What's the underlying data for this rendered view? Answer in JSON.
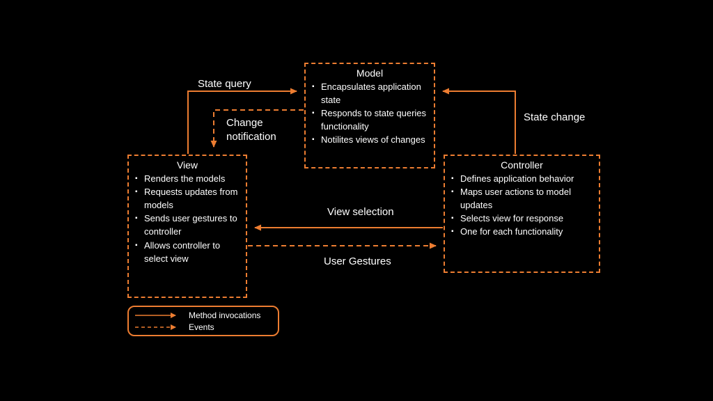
{
  "diagram": {
    "boxes": {
      "model": {
        "title": "Model",
        "bullets": [
          "Encapsulates application state",
          "Responds to state queries functionality",
          "Notilites views of changes"
        ]
      },
      "view": {
        "title": "View",
        "bullets": [
          "Renders the models",
          "Requests updates from models",
          "Sends user gestures to controller",
          "Allows controller to select view"
        ]
      },
      "controller": {
        "title": "Controller",
        "bullets": [
          "Defines application behavior",
          "Maps user actions to model updates",
          "Selects view for response",
          "One for each functionality"
        ]
      }
    },
    "arrow_labels": {
      "state_query": "State query",
      "change_notification": "Change notification",
      "state_change": "State change",
      "view_selection": "View selection",
      "user_gestures": "User Gestures"
    },
    "legend": {
      "method_invocations": "Method invocations",
      "events": "Events"
    },
    "colors": {
      "background": "#000000",
      "accent": "#ED7D31",
      "text": "#FFFFFF"
    },
    "arrow_styles": {
      "method_invocation": "solid",
      "event": "dashed"
    }
  }
}
